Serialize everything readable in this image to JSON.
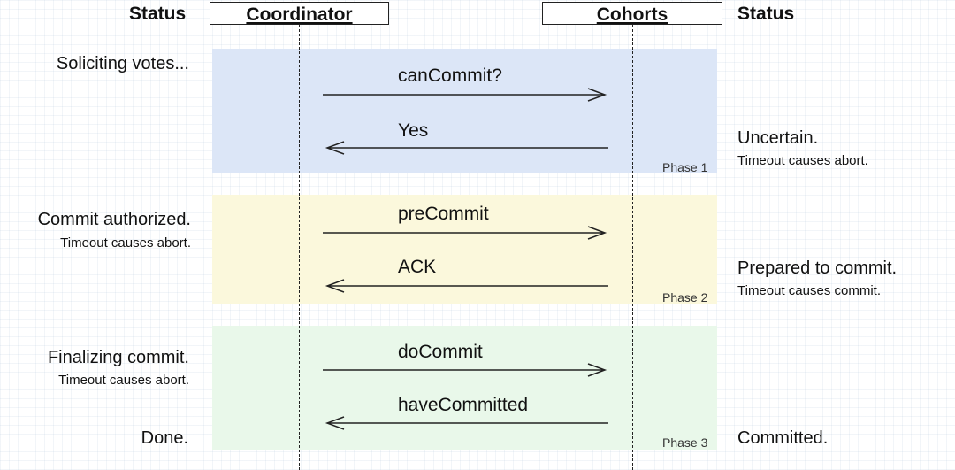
{
  "headers": {
    "left_status": "Status",
    "coordinator": "Coordinator",
    "cohorts": "Cohorts",
    "right_status": "Status"
  },
  "phases": [
    {
      "label": "Phase 1",
      "color": "#dce6f7",
      "messages": [
        {
          "text": "canCommit?",
          "direction": "right"
        },
        {
          "text": "Yes",
          "direction": "left"
        }
      ],
      "coordinator_status": {
        "main": "Soliciting votes...",
        "sub": ""
      },
      "cohort_status": {
        "main": "Uncertain.",
        "sub": "Timeout causes abort."
      }
    },
    {
      "label": "Phase 2",
      "color": "#fbf8dc",
      "messages": [
        {
          "text": "preCommit",
          "direction": "right"
        },
        {
          "text": "ACK",
          "direction": "left"
        }
      ],
      "coordinator_status": {
        "main": "Commit authorized.",
        "sub": "Timeout causes abort."
      },
      "cohort_status": {
        "main": "Prepared to commit.",
        "sub": "Timeout causes commit."
      }
    },
    {
      "label": "Phase 3",
      "color": "#e9f8ea",
      "messages": [
        {
          "text": "doCommit",
          "direction": "right"
        },
        {
          "text": "haveCommitted",
          "direction": "left"
        }
      ],
      "coordinator_status": {
        "main": "Finalizing commit.",
        "sub": "Timeout causes abort.",
        "final": "Done."
      },
      "cohort_status": {
        "main": "Committed.",
        "sub": ""
      }
    }
  ]
}
